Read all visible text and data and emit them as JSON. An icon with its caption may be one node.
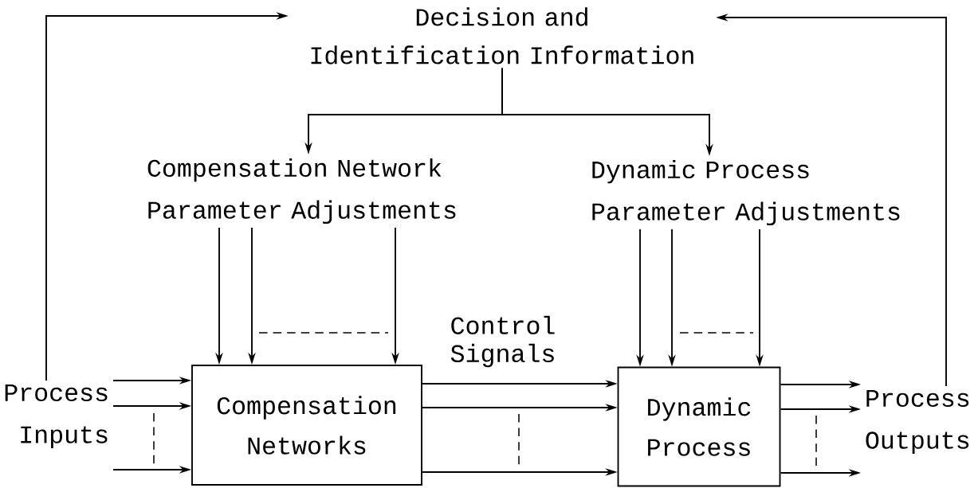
{
  "diagram": {
    "nodes": [
      {
        "text": [
          "Decision and Identification Information"
        ]
      },
      {
        "text": [
          "Compensation Network Parameter Adjustments"
        ]
      },
      {
        "text": [
          "Dynamic Process Parameter Adjustments"
        ]
      },
      {
        "text": [
          "Process Inputs"
        ]
      },
      {
        "text": [
          "Compensation Networks"
        ]
      },
      {
        "text": [
          "Dynamic Process"
        ]
      },
      {
        "text": [
          "Process Outputs"
        ]
      }
    ],
    "edges": [
      {
        "from": 3,
        "to": 0,
        "arrow": "to"
      },
      {
        "from": 6,
        "to": 0,
        "arrow": "to"
      },
      {
        "from": 0,
        "to": 1,
        "arrow": "to"
      },
      {
        "from": 0,
        "to": 2,
        "arrow": "to"
      },
      {
        "from": 1,
        "to": 4,
        "arrow": "to"
      },
      {
        "from": 1,
        "to": 4,
        "arrow": "to"
      },
      {
        "from": 1,
        "to": 4,
        "arrow": "to"
      },
      {
        "from": 2,
        "to": 5,
        "arrow": "to"
      },
      {
        "from": 2,
        "to": 5,
        "arrow": "to"
      },
      {
        "from": 2,
        "to": 5,
        "arrow": "to"
      },
      {
        "from": 3,
        "to": 4,
        "arrow": "to"
      },
      {
        "from": 3,
        "to": 4,
        "arrow": "to"
      },
      {
        "from": 3,
        "to": 4,
        "arrow": "to"
      },
      {
        "from": 4,
        "to": 5,
        "arrow": "to"
      },
      {
        "from": 4,
        "to": 5,
        "arrow": "to"
      },
      {
        "from": 4,
        "to": 5,
        "arrow": "to"
      },
      {
        "from": 5,
        "to": 6,
        "arrow": "to"
      },
      {
        "from": 5,
        "to": 6,
        "arrow": "to"
      },
      {
        "from": 5,
        "to": 6,
        "arrow": "to"
      }
    ],
    "labels": [
      "Control Signals"
    ]
  }
}
